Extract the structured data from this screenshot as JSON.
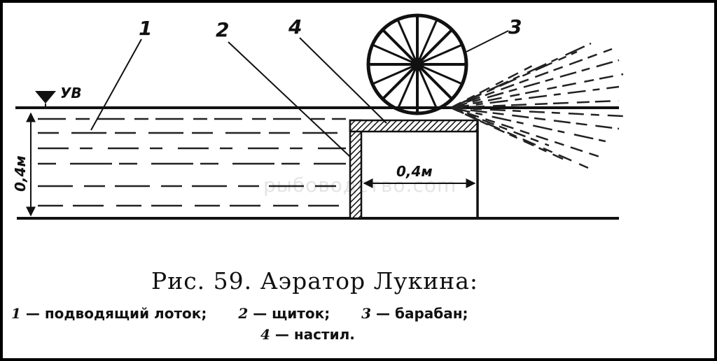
{
  "diagram": {
    "labels": {
      "n1": "1",
      "n2": "2",
      "n3": "3",
      "n4": "4",
      "water_level": "УВ",
      "height": "0,4м",
      "width": "0,4м"
    },
    "watermark": "рыбоводство.com"
  },
  "caption": {
    "title": "Рис. 59. Аэратор Лукина:",
    "legend": [
      {
        "num": "1",
        "text": " — подводящий лоток;"
      },
      {
        "num": "2",
        "text": " — щиток;"
      },
      {
        "num": "3",
        "text": " — барабан;"
      },
      {
        "num": "4",
        "text": " — настил."
      }
    ]
  }
}
